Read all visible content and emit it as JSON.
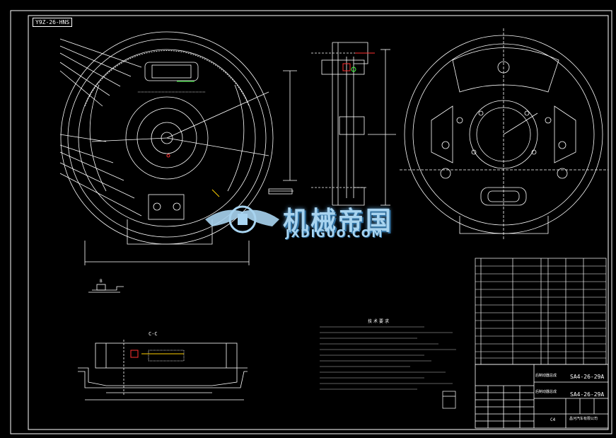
{
  "drawing": {
    "stamp": "Y9Z-26-HNS",
    "section_label": "C-C",
    "detail_label": "B"
  },
  "notes": {
    "title": "技术要求"
  },
  "title_block": {
    "part_name_1": "后制动器总成",
    "part_code_1": "SA4-26-29A",
    "part_name_2": "后制动器总成",
    "part_code_2": "SA4-26-29A",
    "company": "昌河汽车有限公司",
    "scale": "C4"
  },
  "watermark": {
    "cn": "机械帝国",
    "en": "JXDIGUO.COM"
  },
  "colors": {
    "background": "#000000",
    "line": "#ffffff",
    "accent_red": "#ff3030",
    "accent_yellow": "#ffd000",
    "accent_green": "#40ff40",
    "watermark": "#a8d4f0"
  }
}
